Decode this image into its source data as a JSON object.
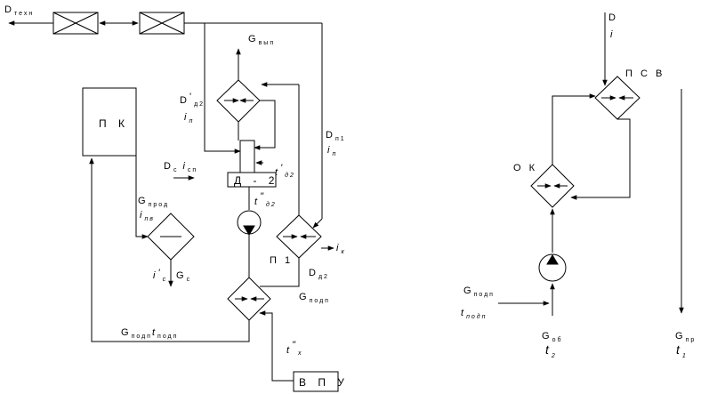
{
  "labels": {
    "d_tekhn_main": "D",
    "d_tekhn_sub": "техн",
    "g_vyp_main": "G",
    "g_vyp_sub": "вып",
    "d_d2_main": "D",
    "d_d2_prime": "'",
    "d_d2_sub": "д2",
    "i_p_main": "i",
    "i_p_sub": "п",
    "d_p1_main": "D",
    "d_p1_sub": "п1",
    "i_p2_main": "i",
    "i_p2_sub": "п",
    "d_c_main": "D",
    "d_c_sub": "с",
    "i_cp_main": "i",
    "i_cp_sub": "сп",
    "t_d2_main": "t",
    "t_d2_prime": "'",
    "t_d2_sub": "д2",
    "t_d2b_main": "t",
    "t_d2b_prime": "\"",
    "t_d2b_sub": "д2",
    "g_prod_main": "G",
    "g_prod_sub": "прод",
    "i_pv_main": "i",
    "i_pv_sub": "пв",
    "i_c_main": "i",
    "i_c_prime": "'",
    "i_c_sub": "с",
    "g_c_main": "G",
    "g_c_sub": "с",
    "p1": "П 1",
    "i_k_main": "i",
    "i_k_sub": "к",
    "d_d2_low_main": "D",
    "d_d2_low_sub": "д2",
    "g_podp_mid_main": "G",
    "g_podp_mid_sub": "подп",
    "g_podp_bottom_main": "G",
    "g_podp_bottom_sub": "подп",
    "t_podp_bottom_main": "t",
    "t_podp_bottom_sub": "подп",
    "t_x_main": "t",
    "t_x_prime": "\"",
    "t_x_sub": "х",
    "d_i_main": "D",
    "d_i_sub": "i",
    "psv": "П С В",
    "ok": "О К",
    "g_podp_right_main": "G",
    "g_podp_right_sub": "подп",
    "t_podp_right_main": "t",
    "t_podp_right_sub": "подп",
    "g_ob_main": "G",
    "g_ob_sub": "об",
    "t2_main": "t",
    "t2_sub": "2",
    "g_pr_main": "G",
    "g_pr_sub": "пр",
    "t1_main": "t",
    "t1_sub": "1"
  },
  "blocks": {
    "pk": "П К",
    "d2": "Д - 2",
    "vpu": "В П У"
  }
}
